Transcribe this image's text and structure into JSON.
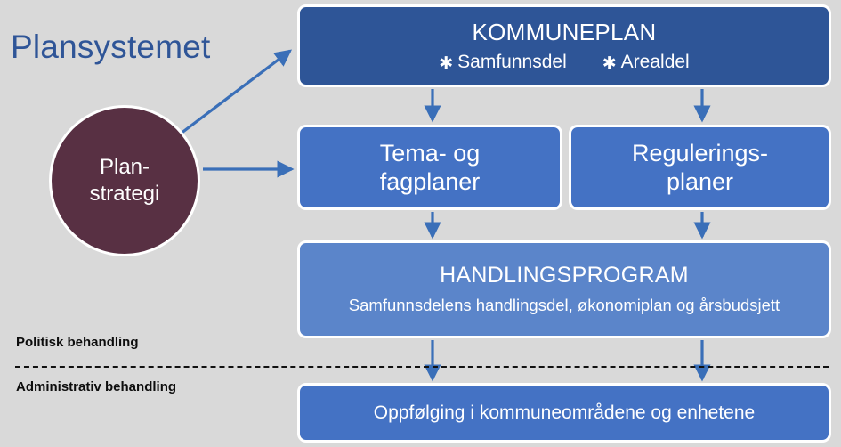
{
  "diagram": {
    "title": "Plansystemet",
    "background_color": "#d9d9d9",
    "title_color": "#2f5597"
  },
  "circle": {
    "line1": "Plan-",
    "line2": "strategi",
    "color": "#583043"
  },
  "boxes": {
    "kommuneplan": {
      "title": "KOMMUNEPLAN",
      "item1_star": "✱",
      "item1": "Samfunnsdel",
      "item2_star": "✱",
      "item2": "Arealdel",
      "color": "#2e5597"
    },
    "tema": {
      "line1": "Tema- og",
      "line2": "fagplaner",
      "color": "#4472c4"
    },
    "regulering": {
      "line1": "Regulerings-",
      "line2": "planer",
      "color": "#4472c4"
    },
    "handlingsprogram": {
      "title": "HANDLINGSPROGRAM",
      "subtitle": "Samfunnsdelens handlingsdel, økonomiplan og årsbudsjett",
      "color": "#5b85ca"
    },
    "oppfolging": {
      "label": "Oppfølging i kommuneområdene og enhetene",
      "color": "#4472c4"
    }
  },
  "divider": {
    "above_label": "Politisk behandling",
    "below_label": "Administrativ behandling",
    "line_style": "dashed"
  },
  "arrow_color": "#3a6fb8"
}
